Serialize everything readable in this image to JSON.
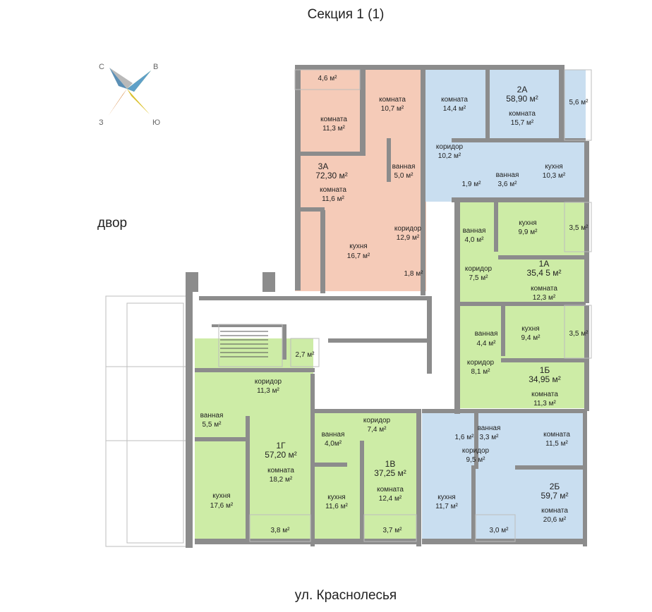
{
  "title": "Секция  1 (1)",
  "street": "ул. Краснолесья",
  "yard": "двор",
  "compass": {
    "n": "С",
    "e": "В",
    "w": "З",
    "s": "Ю"
  },
  "colors": {
    "apt_3": "#f5cbb8",
    "apt_1": "#cdeca6",
    "apt_2": "#c9def0",
    "wall": "#8c8c8c"
  },
  "apartments": [
    {
      "id": "3А",
      "area": "72,30 м²",
      "color": "apt_3"
    },
    {
      "id": "2А",
      "area": "58,90 м²",
      "color": "apt_2"
    },
    {
      "id": "1А",
      "area": "35,4 5 м²",
      "color": "apt_1"
    },
    {
      "id": "1Б",
      "area": "34,95 м²",
      "color": "apt_1"
    },
    {
      "id": "1Г",
      "area": "57,20 м²",
      "color": "apt_1"
    },
    {
      "id": "1В",
      "area": "37,25 м²",
      "color": "apt_1"
    },
    {
      "id": "2Б",
      "area": "59,7 м²",
      "color": "apt_2"
    }
  ],
  "rooms": {
    "r3a_komnata1": {
      "name": "комната",
      "area": "11,3 м²"
    },
    "r3a_komnata2": {
      "name": "комната",
      "area": "10,7 м²"
    },
    "r3a_komnata3": {
      "name": "комната",
      "area": "11,6 м²"
    },
    "r3a_vannaya": {
      "name": "ванная",
      "area": "5,0 м²"
    },
    "r3a_koridor": {
      "name": "коридор",
      "area": "12,9 м²"
    },
    "r3a_kuhnya": {
      "name": "кухня",
      "area": "16,7 м²"
    },
    "r3a_wc": {
      "name": "",
      "area": "1,8 м²"
    },
    "r3a_balcony": {
      "name": "",
      "area": "4,6 м²"
    },
    "r2a_komnata1": {
      "name": "комната",
      "area": "14,4 м²"
    },
    "r2a_komnata2": {
      "name": "комната",
      "area": "15,7 м²"
    },
    "r2a_koridor": {
      "name": "коридор",
      "area": "10,2 м²"
    },
    "r2a_kuhnya": {
      "name": "кухня",
      "area": "10,3 м²"
    },
    "r2a_vannaya": {
      "name": "ванная",
      "area": "3,6 м²"
    },
    "r2a_wc": {
      "name": "",
      "area": "1,9 м²"
    },
    "r2a_balcony": {
      "name": "",
      "area": "5,6 м²"
    },
    "r1a_vannaya": {
      "name": "ванная",
      "area": "4,0 м²"
    },
    "r1a_kuhnya": {
      "name": "кухня",
      "area": "9,9 м²"
    },
    "r1a_koridor": {
      "name": "коридор",
      "area": "7,5 м²"
    },
    "r1a_komnata": {
      "name": "комната",
      "area": "12,3 м²"
    },
    "r1a_balcony": {
      "name": "",
      "area": "3,5 м²"
    },
    "r1b_vannaya": {
      "name": "ванная",
      "area": "4,4 м²"
    },
    "r1b_kuhnya": {
      "name": "кухня",
      "area": "9,4 м²"
    },
    "r1b_koridor": {
      "name": "коридор",
      "area": "8,1 м²"
    },
    "r1b_komnata": {
      "name": "комната",
      "area": "11,3 м²"
    },
    "r1b_balcony": {
      "name": "",
      "area": "3,5 м²"
    },
    "r1g_koridor": {
      "name": "коридор",
      "area": "11,3 м²"
    },
    "r1g_vannaya": {
      "name": "ванная",
      "area": "5,5 м²"
    },
    "r1g_komnata": {
      "name": "комната",
      "area": "18,2 м²"
    },
    "r1g_kuhnya": {
      "name": "кухня",
      "area": "17,6 м²"
    },
    "r1g_balcony": {
      "name": "",
      "area": "3,8 м²"
    },
    "small_27": {
      "name": "",
      "area": "2,7 м²"
    },
    "r1v_koridor": {
      "name": "коридор",
      "area": "7,4 м²"
    },
    "r1v_vannaya": {
      "name": "ванная",
      "area": "4,0м²"
    },
    "r1v_kuhnya": {
      "name": "кухня",
      "area": "11,6 м²"
    },
    "r1v_komnata": {
      "name": "комната",
      "area": "12,4 м²"
    },
    "r1v_balcony": {
      "name": "",
      "area": "3,7 м²"
    },
    "r2b_wc": {
      "name": "",
      "area": "1,6 м²"
    },
    "r2b_vannaya": {
      "name": "ванная",
      "area": "3,3 м²"
    },
    "r2b_koridor": {
      "name": "коридор",
      "area": "9,5 м²"
    },
    "r2b_komnata1": {
      "name": "комната",
      "area": "11,5 м²"
    },
    "r2b_kuhnya": {
      "name": "кухня",
      "area": "11,7 м²"
    },
    "r2b_komnata2": {
      "name": "комната",
      "area": "20,6 м²"
    },
    "r2b_balcony": {
      "name": "",
      "area": "3,0 м²"
    }
  }
}
